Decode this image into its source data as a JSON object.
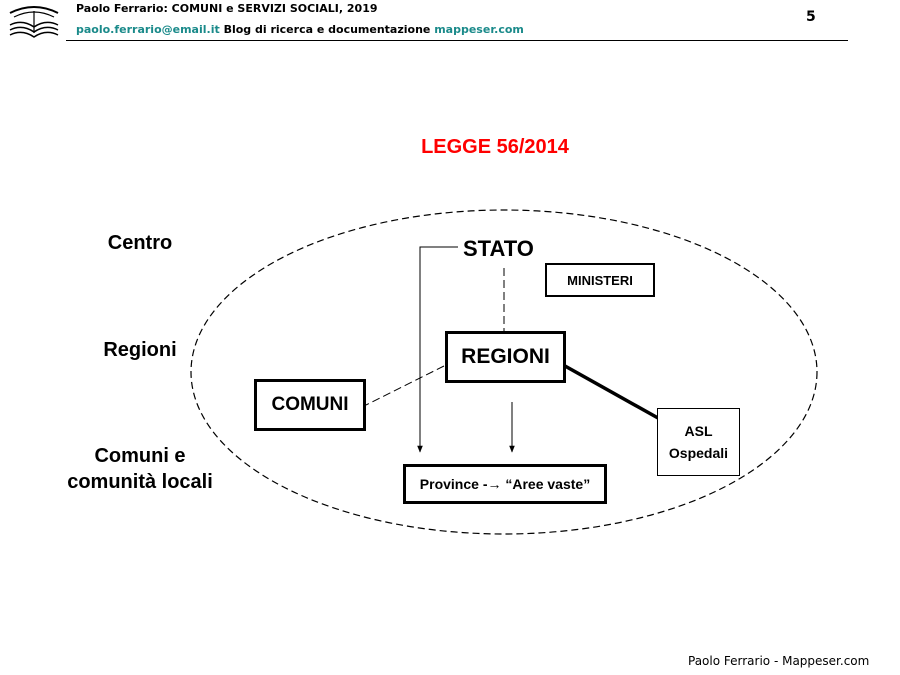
{
  "header": {
    "line1": "Paolo Ferrario: COMUNI e SERVIZI SOCIALI, 2019",
    "email": "paolo.ferrario@email.it",
    "blog_text": "Blog di ricerca e documentazione",
    "site": "mappeser.com",
    "page_number": "5",
    "accent_color": "#1a8a8a",
    "logo_icon": "open-book-logo-icon"
  },
  "title": "LEGGE 56/2014",
  "title_color": "#ff0000",
  "levels": {
    "centro": "Centro",
    "regioni": "Regioni",
    "comuni_line1": "Comuni e",
    "comuni_line2": "comunità locali"
  },
  "nodes": {
    "stato": "STATO",
    "ministeri": "MINISTERI",
    "regioni": "REGIONI",
    "comuni": "COMUNI",
    "asl": "ASL",
    "ospedali": "Ospedali",
    "province": "Province -→ “Aree vaste”"
  },
  "footer": "Paolo Ferrario - Mappeser.com"
}
